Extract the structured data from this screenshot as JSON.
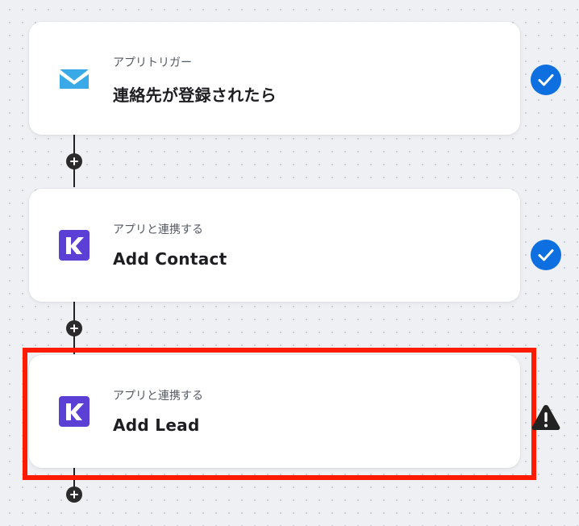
{
  "colors": {
    "canvas_bg": "#eef0f4",
    "card_bg": "#ffffff",
    "check_blue": "#0d6fe0",
    "highlight_red": "#ff1a00",
    "kintone_purple": "#5c3fd4",
    "mail_blue": "#3aa9e8"
  },
  "steps": [
    {
      "subtitle": "アプリトリガー",
      "title": "連絡先が登録されたら",
      "app_icon": "envelope-icon",
      "status": "check-icon"
    },
    {
      "subtitle": "アプリと連携する",
      "title": "Add Contact",
      "app_icon": "k-logo-icon",
      "status": "check-icon"
    },
    {
      "subtitle": "アプリと連携する",
      "title": "Add Lead",
      "app_icon": "k-logo-icon",
      "status": "warning-icon"
    }
  ]
}
